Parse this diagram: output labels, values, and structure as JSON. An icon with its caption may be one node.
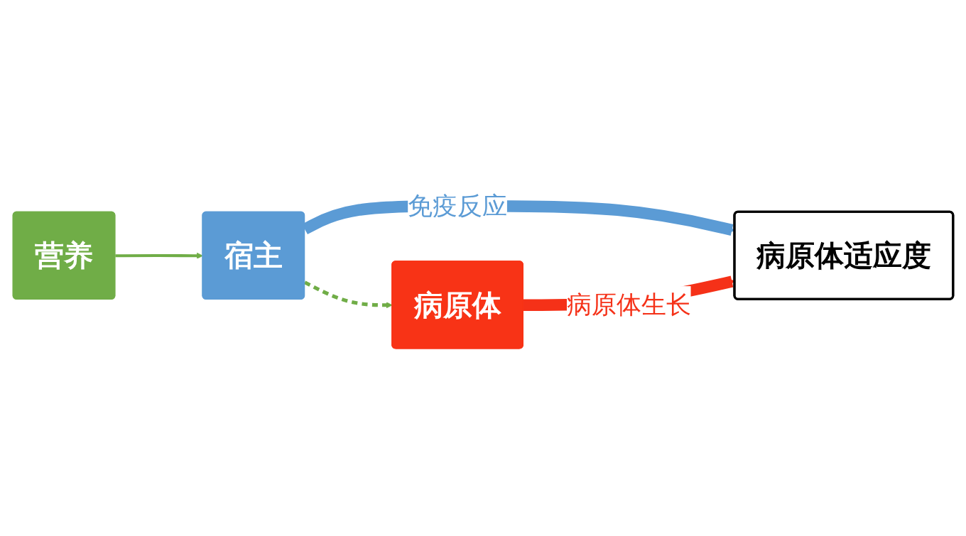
{
  "diagram": {
    "nodes": [
      {
        "text": [
          "营养"
        ]
      },
      {
        "text": [
          "宿主"
        ]
      },
      {
        "text": [
          "病原体"
        ]
      },
      {
        "text": [
          "病原体适应度"
        ]
      }
    ],
    "edges": [
      {
        "from": 0,
        "to": 1,
        "arrow": "to"
      },
      {
        "from": 1,
        "to": 2,
        "arrow": "to",
        "style": "dashed"
      },
      {
        "from": 1,
        "to": 3,
        "arrow": "to",
        "label": "免疫反应",
        "style": "thick",
        "color": "#5b9bd5"
      },
      {
        "from": 2,
        "to": 3,
        "arrow": "to",
        "label": "病原体生长",
        "style": "thick",
        "color": "#f53118"
      }
    ]
  }
}
